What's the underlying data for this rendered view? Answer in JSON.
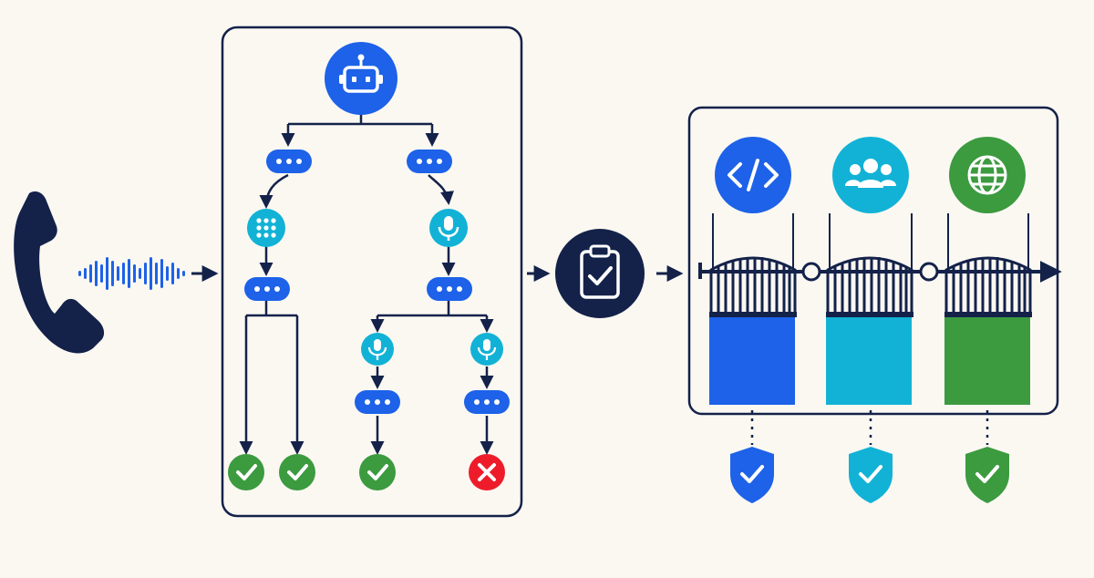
{
  "colors": {
    "background": "#fbf8f2",
    "navy": "#14224a",
    "blue": "#1d62e8",
    "teal": "#12b2d6",
    "green": "#3c9a3f",
    "red": "#ee1c2a",
    "white": "#ffffff"
  },
  "caller": {
    "icon": "phone-handset-icon",
    "audio": "sound-wave-icon"
  },
  "conversation_tree": {
    "root_icon": "robot-icon",
    "message_icon": "chat-bubble-dots-icon",
    "branches": [
      {
        "name": "keypad-branch",
        "input_icon": "keypad-icon",
        "outcomes": [
          "success",
          "success"
        ]
      },
      {
        "name": "voice-branch",
        "input_icon": "microphone-icon",
        "outcomes": [
          "success",
          "failure"
        ]
      }
    ]
  },
  "evaluation": {
    "icon": "clipboard-check-icon"
  },
  "pipeline": {
    "stages": [
      {
        "name": "code",
        "icon": "code-icon",
        "color": "#1d62e8"
      },
      {
        "name": "team",
        "icon": "users-icon",
        "color": "#12b2d6"
      },
      {
        "name": "global",
        "icon": "globe-icon",
        "color": "#3c9a3f"
      }
    ],
    "gate_icon": "gate-icon",
    "badge_icon": "shield-check-icon"
  }
}
